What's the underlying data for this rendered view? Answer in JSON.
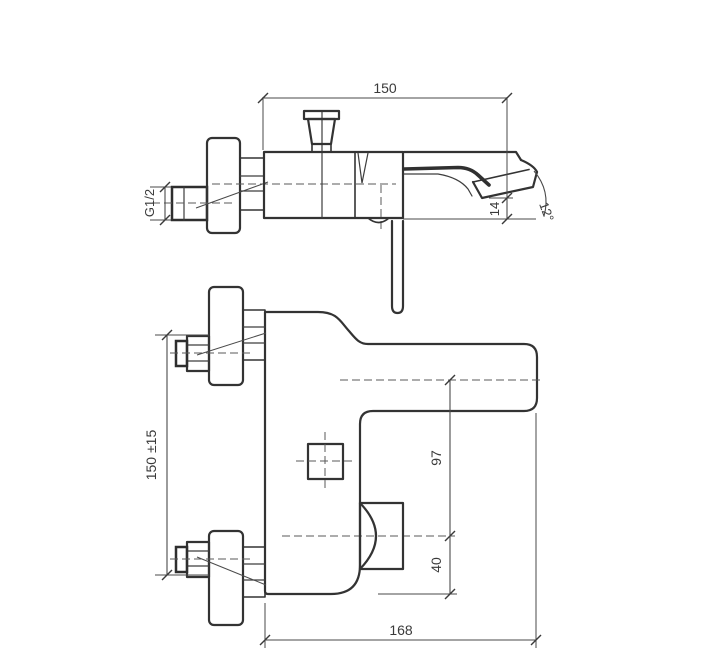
{
  "document": {
    "type": "technical dimensional drawing",
    "subject": "Wall-mounted single-lever bath mixer tap, side view and front view"
  },
  "colors": {
    "background": "#ffffff",
    "outline": "#333333",
    "dimension_lines": "#4a4a4a",
    "text": "#3a3a3a"
  },
  "side_view": {
    "dim_width": {
      "label": "150",
      "value": 150,
      "unit": "mm"
    },
    "thread": {
      "label": "G1/2"
    },
    "dim_tip_drop": {
      "label": "14",
      "value": 14,
      "unit": "mm"
    },
    "dim_spout_angle": {
      "label": "12°",
      "value": 12,
      "unit": "deg"
    }
  },
  "front_view": {
    "dim_inlet_spacing": {
      "label": "150 ±15",
      "value": 150,
      "tolerance": "±15",
      "unit": "mm"
    },
    "dim_axis_height": {
      "label": "97",
      "value": 97,
      "unit": "mm"
    },
    "dim_below_axis": {
      "label": "40",
      "value": 40,
      "unit": "mm"
    },
    "dim_overall_width": {
      "label": "168",
      "value": 168,
      "unit": "mm"
    }
  }
}
